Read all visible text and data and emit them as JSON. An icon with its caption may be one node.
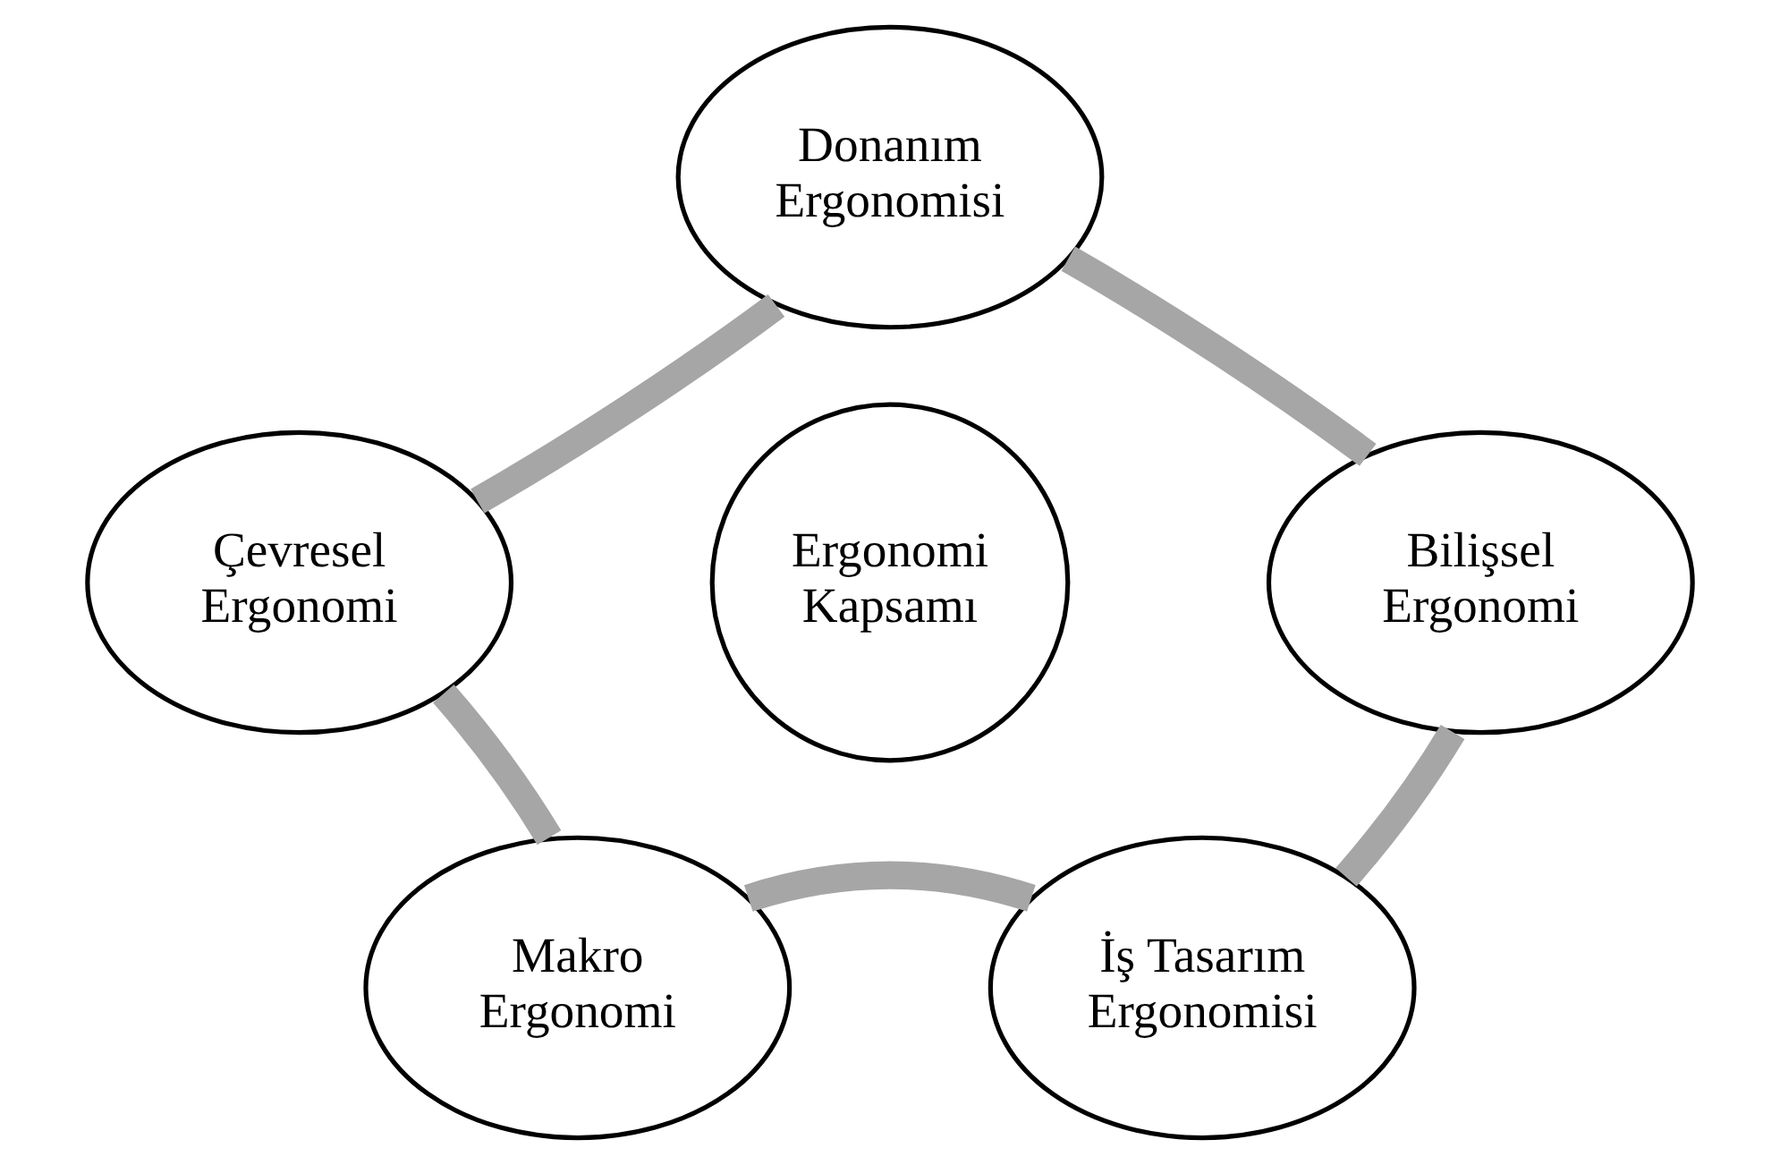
{
  "diagram": {
    "nodes": [
      {
        "text": [
          "Donanım Ergonomisi"
        ]
      },
      {
        "text": [
          "Çevresel Ergonomi"
        ]
      },
      {
        "text": [
          "Bilişsel Ergonomi"
        ]
      },
      {
        "text": [
          "Ergonomi Kapsamı"
        ]
      },
      {
        "text": [
          "Makro Ergonomi"
        ]
      },
      {
        "text": [
          "İş Tasarım Ergonomisi"
        ]
      }
    ],
    "edges": [
      {
        "from": 0,
        "to": 2,
        "arrow": "none"
      },
      {
        "from": 2,
        "to": 5,
        "arrow": "none"
      },
      {
        "from": 5,
        "to": 4,
        "arrow": "none"
      },
      {
        "from": 4,
        "to": 1,
        "arrow": "none"
      },
      {
        "from": 1,
        "to": 0,
        "arrow": "none"
      }
    ]
  }
}
